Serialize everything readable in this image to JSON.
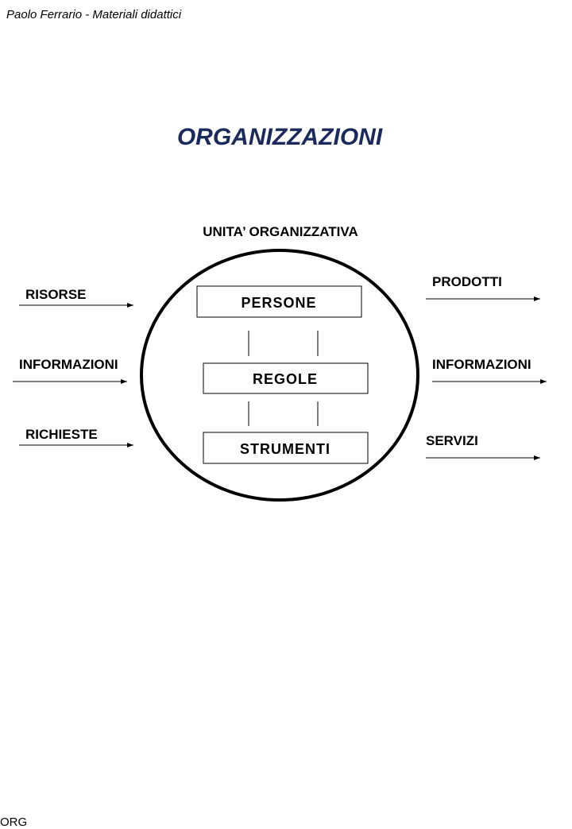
{
  "header": "Paolo Ferrario - Materiali didattici",
  "title": "ORGANIZZAZIONI",
  "unit_label": "UNITA’  ORGANIZZATIVA",
  "inputs": [
    "RISORSE",
    "INFORMAZIONI",
    "RICHIESTE"
  ],
  "outputs": [
    "PRODOTTI",
    "INFORMAZIONI",
    "SERVIZI"
  ],
  "components": [
    "PERSONE",
    "REGOLE",
    "STRUMENTI"
  ],
  "footer": "ORG",
  "colors": {
    "title": "#1b2a5c",
    "ink": "#000000"
  }
}
